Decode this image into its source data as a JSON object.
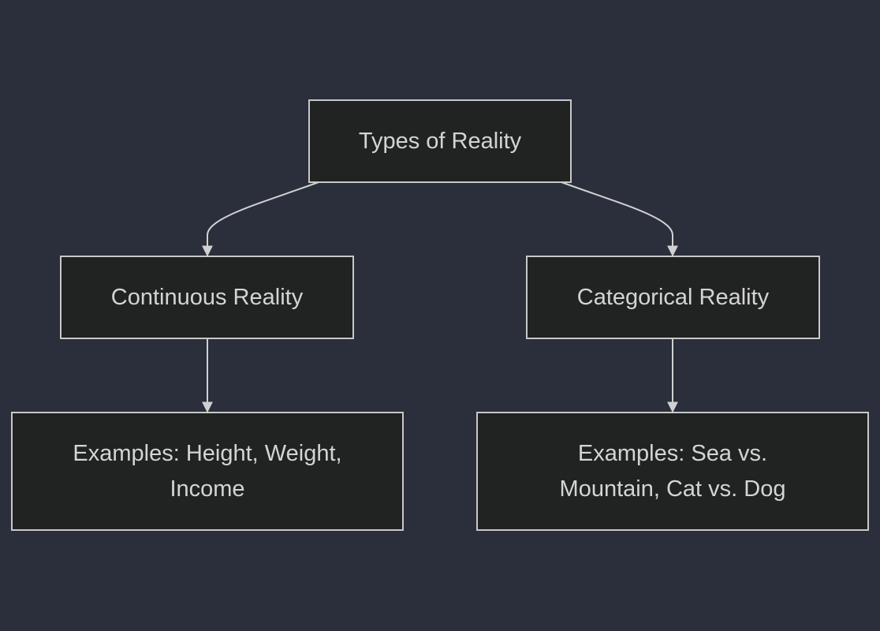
{
  "diagram": {
    "type": "flowchart",
    "colors": {
      "background": "#2a2f3b",
      "node_fill": "#212322",
      "node_border": "#c8c8c8",
      "text": "#d4d4d4",
      "edge": "#d0d0d0"
    },
    "nodes": {
      "root": "Types of Reality",
      "continuous": "Continuous Reality",
      "categorical": "Categorical Reality",
      "continuous_examples": "Examples: Height, Weight, Income",
      "categorical_examples": "Examples: Sea vs. Mountain, Cat vs. Dog"
    },
    "edges": [
      {
        "from": "root",
        "to": "continuous"
      },
      {
        "from": "root",
        "to": "categorical"
      },
      {
        "from": "continuous",
        "to": "continuous_examples"
      },
      {
        "from": "categorical",
        "to": "categorical_examples"
      }
    ]
  }
}
